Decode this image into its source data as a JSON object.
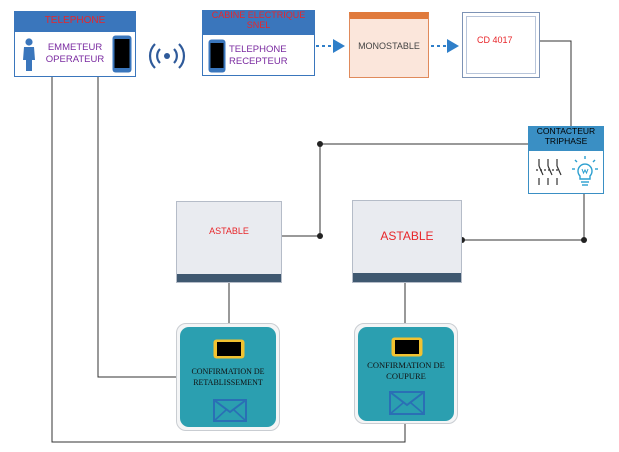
{
  "colors": {
    "accent_blue": "#3a76bc",
    "label_red": "#e8262a",
    "label_purple": "#7a2aa0",
    "teal_card": "#2b9fb0",
    "wire": "#333333",
    "dashed_arrow": "#2f7fc9"
  },
  "blocks": {
    "telephone": {
      "title": "TELEPHONE",
      "lines": [
        "EMMETEUR",
        "OPERATEUR"
      ],
      "icons": [
        "person-icon",
        "smartphone-icon"
      ]
    },
    "wireless": {
      "icon": "wireless-signal-icon"
    },
    "cabine": {
      "title_lines": [
        "CABINE ELECTRIQUE",
        "SNEL"
      ],
      "lines": [
        "TELEPHONE",
        "RECEPTEUR"
      ],
      "icons": [
        "smartphone-icon"
      ]
    },
    "monostable": {
      "label": "MONOSTABLE"
    },
    "cd4017": {
      "label": "CD 4017"
    },
    "contacteur": {
      "title_lines": [
        "CONTACTEUR",
        "TRIPHASE"
      ],
      "icons": [
        "three-phase-switch-icon",
        "lightbulb-icon"
      ]
    },
    "astable_left": {
      "label": "ASTABLE"
    },
    "astable_right": {
      "label": "ASTABLE"
    },
    "confirm_left": {
      "lines": [
        "CONFIRMATION DE",
        "RETABLISSEMENT"
      ],
      "icons": [
        "smartphone-icon",
        "envelope-icon"
      ]
    },
    "confirm_right": {
      "lines": [
        "CONFIRMATION DE",
        "COUPURE"
      ],
      "icons": [
        "smartphone-icon",
        "envelope-icon"
      ]
    }
  }
}
